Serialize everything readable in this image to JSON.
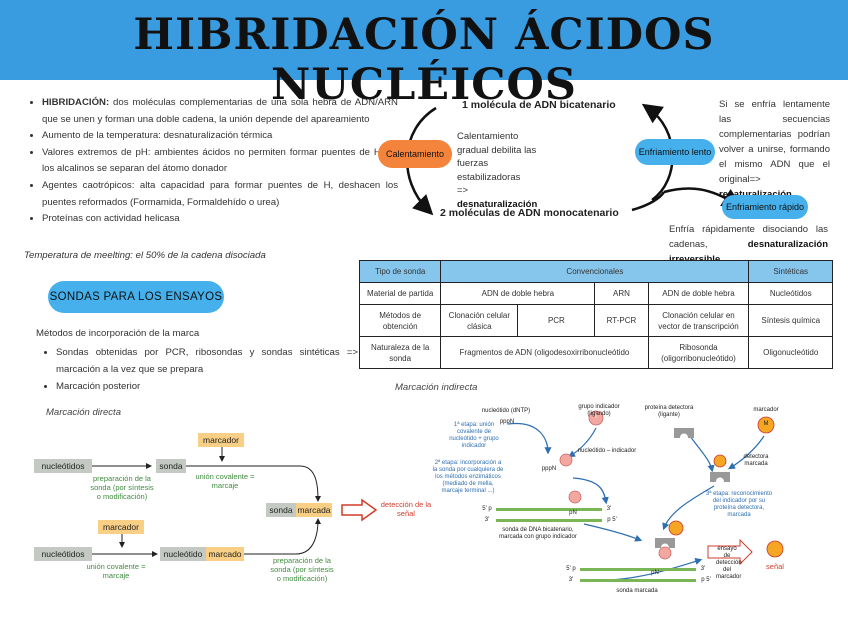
{
  "title": "HIBRIDACIÓN ÁCIDOS NUCLÉICOS",
  "intro": {
    "bullets": [
      {
        "bold": "HIBRIDACIÓN:",
        "text": " dos moléculas complementarias de una sola hebra de ADN/ARN que se unen y forman una doble cadena, la unión depende del apareamiento"
      },
      {
        "bold": "",
        "text": "Aumento de la temperatura: desnaturalización térmica"
      },
      {
        "bold": "",
        "text": "Valores extremos de pH: ambientes ácidos no permiten formar puentes de H, en los alcalinos se separan del átomo donador"
      },
      {
        "bold": "",
        "text": "Agentes caotrópicos: alta capacidad para formar puentes de H, deshacen los puentes reformados (Formamida, Formaldehído o urea)"
      },
      {
        "bold": "",
        "text": "Proteínas con actividad helicasa"
      }
    ],
    "temp_note": "Temperatura de meelting: el 50% de la cadena disociada"
  },
  "cycle": {
    "top_label": "1 molécula de ADN bicatenario",
    "bottom_label": "2 moléculas de ADN monocatenario",
    "heating_label": "Calentamiento",
    "heating_text": "Calentamiento gradual debilita las fuerzas estabilizadoras",
    "heating_result_prefix": "=> ",
    "heating_result": "desnaturalización",
    "slow_cool_label": "Enfriamiento lento",
    "slow_cool_text": "Si se enfría lentamente las secuencias complementarias podrían volver a unirse, formando el mismo ADN que el original=> ",
    "slow_cool_result": "renaturalización",
    "fast_cool_label": "Enfriamiento rápido",
    "fast_cool_text": "Enfría rápidamente disociando las cadenas, ",
    "fast_cool_result": "desnaturalización irreversible"
  },
  "sondas": {
    "pill": "SONDAS PARA LOS ENSAYOS",
    "methods_title": "Métodos de incorporación de la marca",
    "methods": [
      "Sondas obtenidas por PCR, ribosondas y sondas sintéticas => marcación a la vez que se prepara",
      "Marcación posterior"
    ],
    "direct_label": "Marcación directa",
    "indirect_label": "Marcación indirecta"
  },
  "table": {
    "header": {
      "c0": "Tipo de sonda",
      "c1": "Convencionales",
      "c2": "Sintéticas"
    },
    "row1": {
      "c0": "Material de partida",
      "c1": "ADN de doble hebra",
      "c2": "ARN",
      "c3": "ADN de doble hebra",
      "c4": "Nucleótidos"
    },
    "row2": {
      "c0": "Métodos de obtención",
      "c1": "Clonación celular clásica",
      "c2": "PCR",
      "c3": "RT-PCR",
      "c4": "Clonación celular en vector de transcripción",
      "c5": "Síntesis química"
    },
    "row3": {
      "c0": "Naturaleza de la sonda",
      "c1": "Fragmentos de ADN (oligodesoxirribonucleótido",
      "c2": "Ribosonda (oligorribonucleótido)",
      "c3": "Oligonucleótido"
    }
  },
  "direct_diagram": {
    "nucleotidos": "nucleótidos",
    "sonda": "sonda",
    "marcador": "marcador",
    "prep": "preparación de la sonda (por síntesis o modificación)",
    "union": "unión covalente = marcaje",
    "sonda_marcada_a": "sonda",
    "sonda_marcada_b": "marcada",
    "deteccion": "detección de la señal",
    "nucleotido": "nucleótido",
    "marcado": "marcado",
    "union2": "unión covalente = marcaje",
    "prep2": "preparación de la sonda (por síntesis o modificación)"
  },
  "indirect_diagram": {
    "dntp": "nucleótido (dNTP)",
    "pppN": "pppN",
    "grupo": "grupo indicador (ligando)",
    "proteina": "proteína detectora (ligante)",
    "marcador": "marcador",
    "step1": "1ª etapa: unión covalente de nucleótido + grupo indicador",
    "nuc_ind": "nucleótido – indicador",
    "pppn2": "pppN",
    "step2": "2ª etapa: incorporación a la sonda por cualquiera de los métodos enzimáticos (mediado de mella, marcaje terminal ...)",
    "detectora_marcada": "detectora marcada",
    "step3": "3ª etapa: reconocimiento del indicador por su proteína detectora, marcada",
    "p5": "5' p",
    "p3a": "3'",
    "pN": "pN",
    "p3b": "3'",
    "p5b": "p 5'",
    "sonda_adn": "sonda de DNA bicatenario, marcada con grupo indicador",
    "ensayo": "ensayo de detección del marcador",
    "senal": "señal",
    "p5c": "5' p",
    "p3c": "3'",
    "pN2": "pN",
    "p3d": "3'",
    "p5d": "p 5'",
    "sonda_marcada": "sonda marcada",
    "I": "I",
    "M": "M"
  },
  "colors": {
    "banner": "#3a9ce0",
    "heating": "#f4833b",
    "cooling": "#45b0ec",
    "table_header": "#87c6ec",
    "marker": "#f8cf85"
  }
}
